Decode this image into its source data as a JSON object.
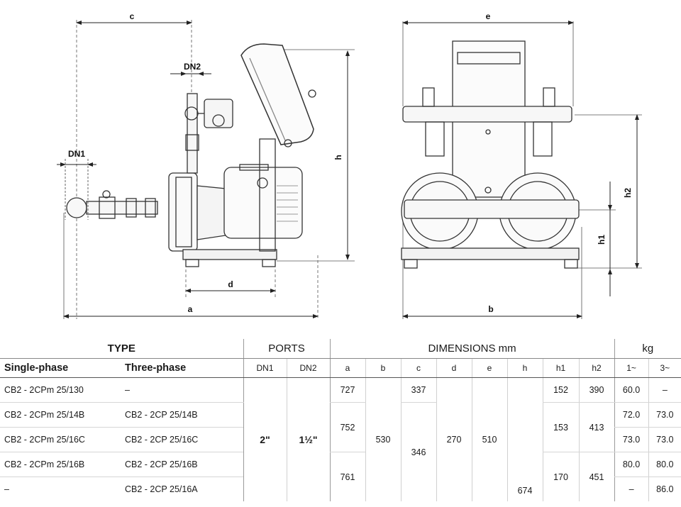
{
  "drawing": {
    "labels": {
      "c": "c",
      "dn2": "DN2",
      "dn1": "DN1",
      "h": "h",
      "d": "d",
      "a": "a",
      "e": "e",
      "h2": "h2",
      "h1": "h1",
      "b": "b"
    }
  },
  "table": {
    "groups": {
      "type": "TYPE",
      "ports": "PORTS",
      "dimensions": "DIMENSIONS mm",
      "kg": "kg"
    },
    "subheaders": {
      "single": "Single-phase",
      "three": "Three-phase",
      "dn1": "DN1",
      "dn2": "DN2",
      "a": "a",
      "b": "b",
      "c": "c",
      "d": "d",
      "e": "e",
      "h": "h",
      "h1": "h1",
      "h2": "h2",
      "kg1": "1~",
      "kg3": "3~"
    },
    "rows": [
      {
        "single": "CB2 - 2CPm 25/130",
        "three": "–",
        "kg1": "60.0",
        "kg3": "–"
      },
      {
        "single": "CB2 - 2CPm 25/14B",
        "three": "CB2 - 2CP 25/14B",
        "kg1": "72.0",
        "kg3": "73.0"
      },
      {
        "single": "CB2 - 2CPm 25/16C",
        "three": "CB2 - 2CP 25/16C",
        "kg1": "73.0",
        "kg3": "73.0"
      },
      {
        "single": "CB2 - 2CPm 25/16B",
        "three": "CB2 - 2CP 25/16B",
        "kg1": "80.0",
        "kg3": "80.0"
      },
      {
        "single": "–",
        "three": "CB2 - 2CP 25/16A",
        "kg1": "–",
        "kg3": "86.0"
      }
    ],
    "merged": {
      "dn1": "2\"",
      "dn2": "1½\"",
      "a1": "727",
      "a2": "752",
      "a3": "761",
      "b": "530",
      "c1": "337",
      "c2": "346",
      "d": "270",
      "e": "510",
      "h": "674",
      "h1_1": "152",
      "h1_2": "153",
      "h1_3": "170",
      "h2_1": "390",
      "h2_2": "413",
      "h2_3": "451"
    }
  }
}
